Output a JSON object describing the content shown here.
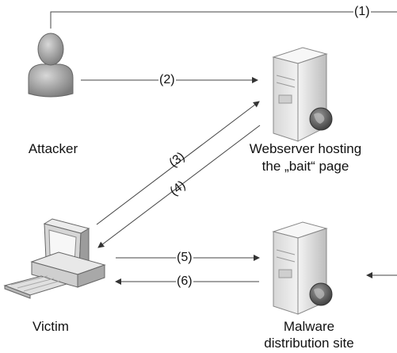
{
  "nodes": {
    "attacker": {
      "label": "Attacker",
      "icon": "attacker-person-icon"
    },
    "webserver": {
      "label_line1": "Webserver hosting",
      "label_line2": "the „bait“ page",
      "icon": "server-globe-icon"
    },
    "victim": {
      "label": "Victim",
      "icon": "desktop-computer-icon"
    },
    "malware_site": {
      "label_line1": "Malware",
      "label_line2": "distribution site",
      "icon": "server-globe-icon"
    }
  },
  "steps": {
    "s1": "(1)",
    "s2": "(2)",
    "s3": "(3)",
    "s4": "(4)",
    "s5": "(5)",
    "s6": "(6)"
  },
  "colors": {
    "line": "#444444",
    "server_body": "#e6e6e6",
    "person": "#9a9a9a",
    "globe": "#5a5a5a"
  }
}
